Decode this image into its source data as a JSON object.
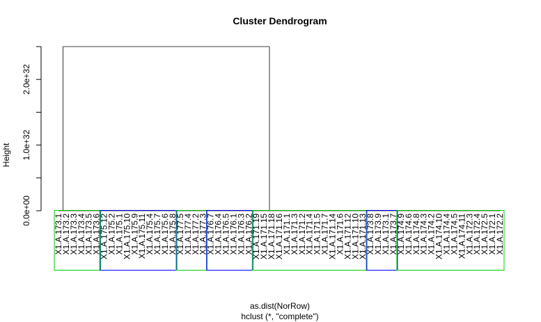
{
  "chart_data": {
    "type": "dendrogram",
    "title": "Cluster Dendrogram",
    "ylabel": "Height",
    "xlabel": "as.dist(NorRow)",
    "sublabel": "hclust (*, \"complete\")",
    "ylim": [
      0,
      2.5e+32
    ],
    "yticks": [
      {
        "value": 0,
        "label": "0.0e+00"
      },
      {
        "value": 5e+31,
        "label": ""
      },
      {
        "value": 1e+32,
        "label": "1.0e+32"
      },
      {
        "value": 1.5e+32,
        "label": ""
      },
      {
        "value": 2e+32,
        "label": "2.0e+32"
      },
      {
        "value": 2.5e+32,
        "label": ""
      }
    ],
    "root_height": 2.5e+32,
    "left_group_leaves": 1,
    "leaves": [
      "X1.A.173.1",
      "X1.A.173.2",
      "X1.A.173.3",
      "X1.A.173.4",
      "X1.A.173.5",
      "X1.A.173.6",
      "X1.A.175.12",
      "X1.A.175.2",
      "X1.A.175.1",
      "X1.A.175.10",
      "X1.A.175.9",
      "X1.A.175.11",
      "X1.A.175.4",
      "X1.A.175.7",
      "X1.A.175.6",
      "X1.A.175.8",
      "X1.A.177.5",
      "X1.A.177.4",
      "X1.A.177.2",
      "X1.A.177.3",
      "X1.A.176.7",
      "X1.A.176.4",
      "X1.A.176.5",
      "X1.A.176.1",
      "X1.A.176.3",
      "X1.A.176.2",
      "X1.A.171.19",
      "X1.A.171.15",
      "X1.A.171.18",
      "X1.A.171.16",
      "X1.A.171.1",
      "X1.A.171.3",
      "X1.A.171.2",
      "X1.A.171.4",
      "X1.A.171.5",
      "X1.A.171.7",
      "X1.A.171.14",
      "X1.A.171.6",
      "X1.A.171.12",
      "X1.A.171.10",
      "X1.A.171.13",
      "X1.A.173.8",
      "X1.A.173.9",
      "X1.A.173.1",
      "X1.A.173.7",
      "X1.A.174.9",
      "X1.A.174.6",
      "X1.A.174.8",
      "X1.A.174.3",
      "X1.A.174.2",
      "X1.A.174.10",
      "X1.A.174.4",
      "X1.A.174.5",
      "X1.A.174.11",
      "X1.A.172.3",
      "X1.A.172.4",
      "X1.A.172.5",
      "X1.A.172.1",
      "X1.A.172.2"
    ],
    "clusters": [
      {
        "start": 0,
        "end": 5,
        "color": "#00cd00"
      },
      {
        "start": 6,
        "end": 15,
        "color": "#0000ff"
      },
      {
        "start": 16,
        "end": 19,
        "color": "#00cd00"
      },
      {
        "start": 20,
        "end": 25,
        "color": "#0000ff"
      },
      {
        "start": 26,
        "end": 40,
        "color": "#00cd00"
      },
      {
        "start": 41,
        "end": 44,
        "color": "#0000ff"
      },
      {
        "start": 45,
        "end": 58,
        "color": "#00cd00"
      }
    ],
    "grid": false,
    "legend": "none"
  }
}
